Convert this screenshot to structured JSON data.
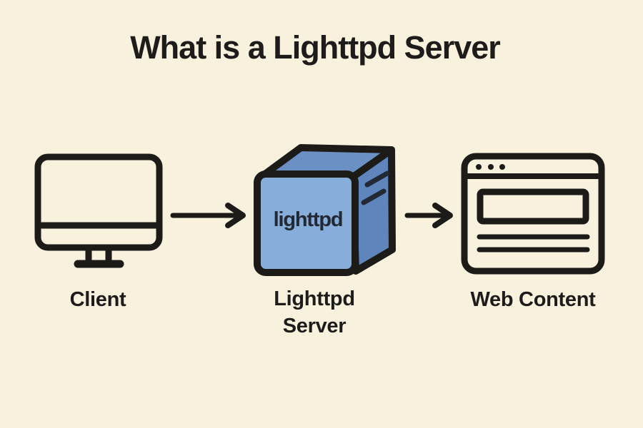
{
  "title": "What is a Lighttpd Server",
  "colors": {
    "background": "#F8F1DE",
    "outline_ink": "#1C1B18",
    "cube_front": "#87AEDA",
    "cube_top": "#6A90C4",
    "cube_side": "#5E86BC",
    "cube_ink": "#222834",
    "label_ink": "#1D1C1A"
  },
  "nodes": [
    {
      "id": "client",
      "label": "Client",
      "icon": "desktop-monitor-icon"
    },
    {
      "id": "server",
      "label": "Lighttpd Server",
      "label_lines": [
        "Lighttpd",
        "Server"
      ],
      "box_label": "lighttpd",
      "icon": "server-cube-icon"
    },
    {
      "id": "web_content",
      "label": "Web Content",
      "icon": "browser-window-icon"
    }
  ],
  "connections": [
    {
      "from": "client",
      "to": "server",
      "icon": "arrow-right-icon"
    },
    {
      "from": "server",
      "to": "web_content",
      "icon": "arrow-right-icon"
    }
  ]
}
